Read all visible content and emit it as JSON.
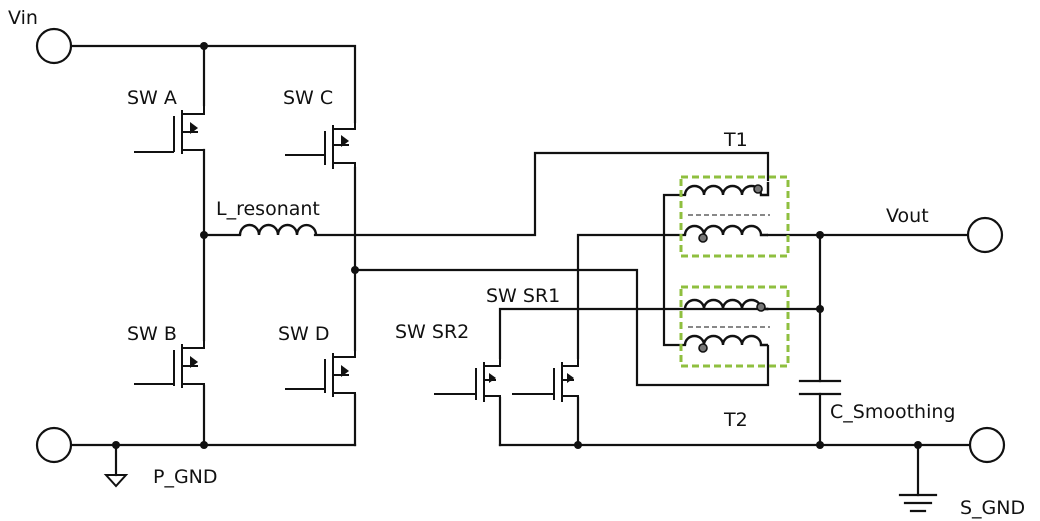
{
  "labels": {
    "vin": "Vin",
    "vout": "Vout",
    "sw_a": "SW A",
    "sw_b": "SW B",
    "sw_c": "SW C",
    "sw_d": "SW D",
    "l_resonant": "L_resonant",
    "sw_sr1": "SW SR1",
    "sw_sr2": "SW SR2",
    "t1": "T1",
    "t2": "T2",
    "c_smoothing": "C_Smoothing",
    "p_gnd": "P_GND",
    "s_gnd": "S_GND"
  },
  "colors": {
    "wire": "#111111",
    "transformer_box": "#8fbf3f",
    "dot": "#777777"
  }
}
